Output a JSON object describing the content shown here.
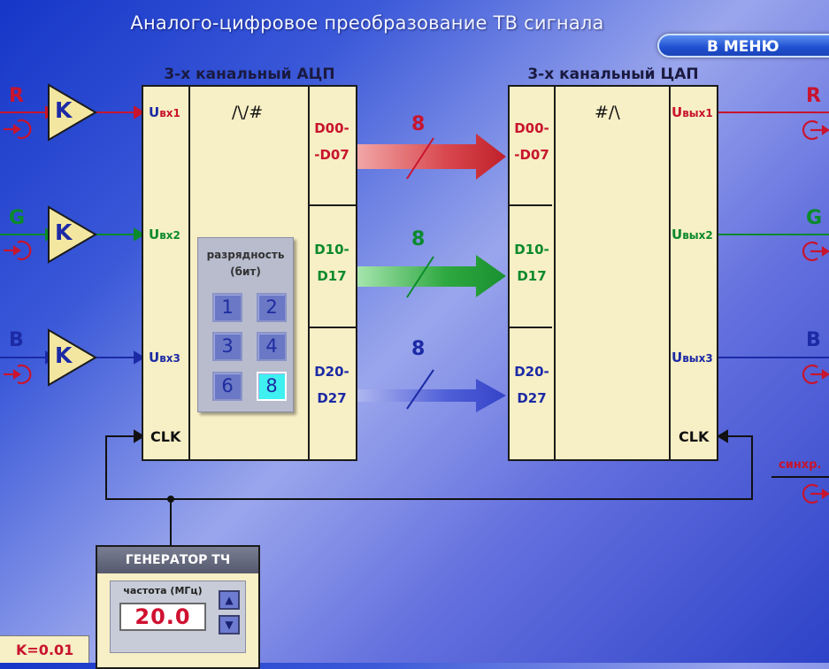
{
  "title": "Аналого-цифровое преобразование ТВ сигнала",
  "menu_button": "В МЕНЮ",
  "adc": {
    "title": "3-х канальный АЦП",
    "symbol": "/\\/#",
    "inputs": [
      {
        "main": "U",
        "sub": "вх1"
      },
      {
        "main": "U",
        "sub": "вх2"
      },
      {
        "main": "U",
        "sub": "вх3"
      }
    ],
    "clk": "CLK",
    "outputs": [
      [
        "D00-",
        "-D07"
      ],
      [
        "D10-",
        "D17"
      ],
      [
        "D20-",
        "D27"
      ]
    ]
  },
  "dac": {
    "title": "3-х канальный ЦАП",
    "symbol": "#/\\",
    "inputs": [
      [
        "D00-",
        "-D07"
      ],
      [
        "D10-",
        "D17"
      ],
      [
        "D20-",
        "D27"
      ]
    ],
    "outputs": [
      {
        "main": "U",
        "sub": "вых1"
      },
      {
        "main": "U",
        "sub": "вых2"
      },
      {
        "main": "U",
        "sub": "вых3"
      }
    ],
    "clk": "CLK"
  },
  "channels": [
    "R",
    "G",
    "B"
  ],
  "amplifier_label": "K",
  "bus_widths": [
    "8",
    "8",
    "8"
  ],
  "bit_depth": {
    "title_line1": "разрядность",
    "title_line2": "(бит)",
    "options": [
      "1",
      "2",
      "3",
      "4",
      "6",
      "8"
    ],
    "selected": "8"
  },
  "generator": {
    "title": "ГЕНЕРАТОР ТЧ",
    "freq_label": "частота (МГц)",
    "value": "20.0"
  },
  "sync_label": "синхр.",
  "k_value": "K=0.01",
  "colors": {
    "red": "#c8142e",
    "green": "#0b8a2c",
    "blue": "#1c2aa6",
    "block_fill": "#f7efc5",
    "selected_bit": "#3ff0f0"
  }
}
